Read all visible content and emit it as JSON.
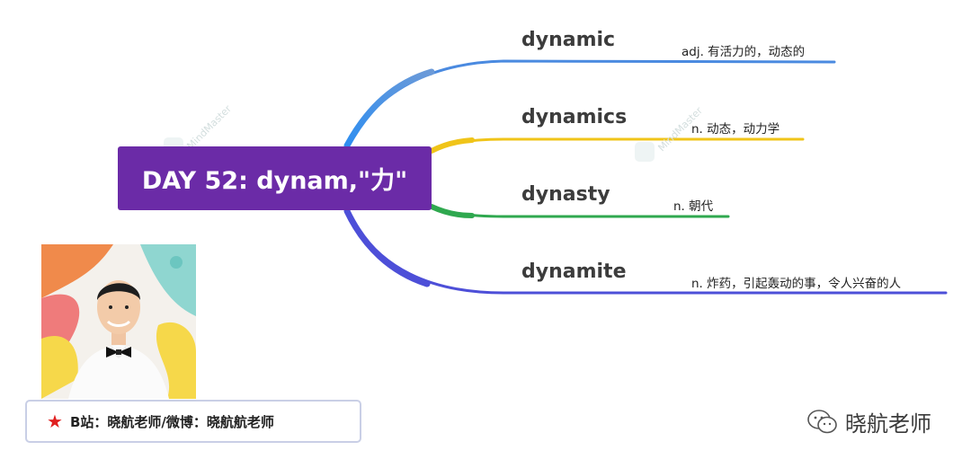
{
  "title": "DAY 52: dynam,\"力\"",
  "branches": [
    {
      "word": "dynamic",
      "definition": "adj. 有活力的，动态的",
      "color": "#4a8ae0"
    },
    {
      "word": "dynamics",
      "definition": "n. 动态，动力学",
      "color": "#f0c419"
    },
    {
      "word": "dynasty",
      "definition": "n. 朝代",
      "color": "#2fa84f"
    },
    {
      "word": "dynamite",
      "definition": "n. 炸药，引起轰动的事，令人兴奋的人",
      "color": "#4d4fd8"
    }
  ],
  "watermark": "MindMaster",
  "caption": "B站：晓航老师/微博：晓航航老师",
  "wechat_account": "晓航老师",
  "icons": {
    "star": "star-icon",
    "wechat": "wechat-icon",
    "watermark_logo": "mindmaster-logo-icon"
  },
  "colors": {
    "central_bg": "#6b2ba7",
    "star": "#e02020"
  }
}
